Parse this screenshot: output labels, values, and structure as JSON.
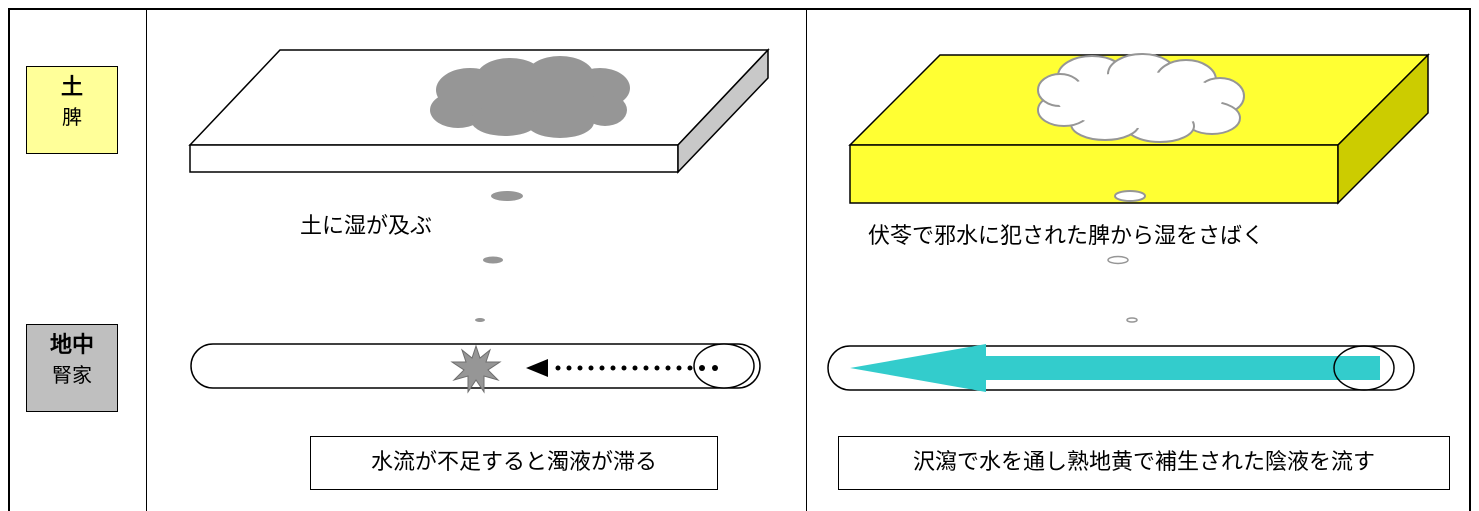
{
  "row_labels": {
    "earth": {
      "main": "土",
      "sub": "脾",
      "bg": "#ffff99"
    },
    "underground": {
      "main": "地中",
      "sub": "腎家",
      "bg": "#bfbfbf"
    }
  },
  "left_panel": {
    "slab_fill": "#ffffff",
    "cloud_fill": "#969696",
    "spring_caption": "土に湿が及ぶ",
    "bottom_caption": "水流が不足すると濁液が滞る"
  },
  "right_panel": {
    "slab_fill": "#ffff33",
    "cloud_fill": "#ffffff",
    "arrow_color": "#33cccc",
    "spring_caption": "伏苓で邪水に犯された脾から湿をさばく",
    "bottom_caption": "沢瀉で水を通し熟地黄で補生された陰液を流す"
  }
}
